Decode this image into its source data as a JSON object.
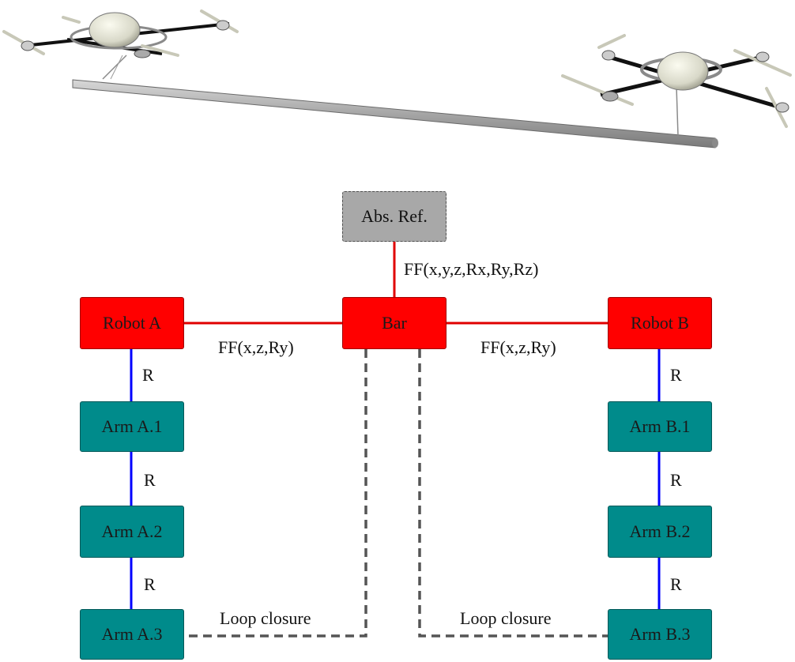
{
  "nodes": {
    "abs_ref": "Abs. Ref.",
    "bar": "Bar",
    "robot_a": "Robot A",
    "robot_b": "Robot B",
    "arm_a1": "Arm A.1",
    "arm_a2": "Arm A.2",
    "arm_a3": "Arm A.3",
    "arm_b1": "Arm B.1",
    "arm_b2": "Arm B.2",
    "arm_b3": "Arm B.3"
  },
  "edges": {
    "bar_absref": "FF(x,y,z,Rx,Ry,Rz)",
    "bar_robot_a": "FF(x,z,Ry)",
    "bar_robot_b": "FF(x,z,Ry)",
    "robot_a_arm_a1": "R",
    "arm_a1_arm_a2": "R",
    "arm_a2_arm_a3": "R",
    "robot_b_arm_b1": "R",
    "arm_b1_arm_b2": "R",
    "arm_b2_arm_b3": "R",
    "loop_a": "Loop closure",
    "loop_b": "Loop closure"
  },
  "colors": {
    "robot": "#ff0000",
    "arm": "#008b8b",
    "reference": "#a8a8a8",
    "rigid_link": "#e00000",
    "revolute_link": "#0000ff",
    "loop_link": "#555555"
  }
}
